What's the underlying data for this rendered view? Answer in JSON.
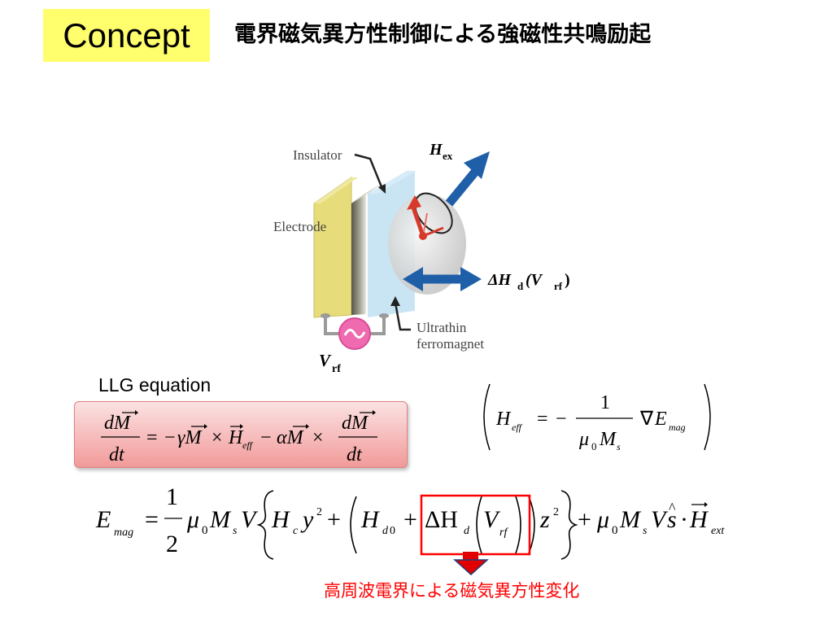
{
  "header": {
    "concept_label": "Concept",
    "title": "電界磁気異方性制御による強磁性共鳴励起"
  },
  "diagram": {
    "label_insulator": "Insulator",
    "label_electrode": "Electrode",
    "label_ultrathin": "Ultrathin",
    "label_ferromagnet": "ferromagnet",
    "label_hex_main": "H",
    "label_hex_sub": "ex",
    "label_hd_delta": "ΔH",
    "label_hd_sub": "d",
    "label_hd_paren_open": " (V",
    "label_hd_paren_sub": "rf",
    "label_hd_paren_close": ")",
    "label_vrf_main": "V",
    "label_vrf_sub": "rf",
    "colors": {
      "electrode": "#e6dc7a",
      "insulator": "#6b6b5e",
      "ferromagnet": "#bfe0f2",
      "arrow_blue": "#1f5fa8",
      "arrow_red": "#d63a2a",
      "source": "#f06ab0"
    }
  },
  "llg": {
    "label": "LLG equation"
  },
  "equations": {
    "highlight_color": "#ff0000",
    "arrow_color": "#e00000"
  },
  "note": {
    "text": "高周波電界による磁気異方性変化"
  }
}
